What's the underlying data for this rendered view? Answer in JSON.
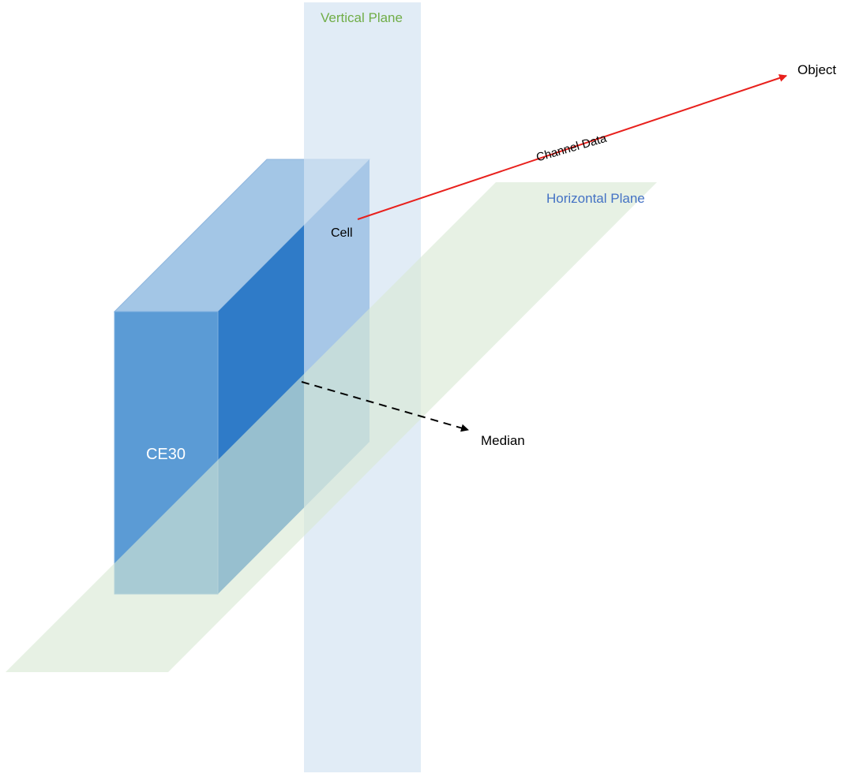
{
  "labels": {
    "vertical_plane": "Vertical Plane",
    "horizontal_plane": "Horizontal Plane",
    "object": "Object",
    "channel_data": "Channel Data",
    "cell": "Cell",
    "median": "Median",
    "device": "CE30"
  },
  "colors": {
    "vertical_plane_fill": "#d6e5f3",
    "horizontal_plane_fill": "#d9e9d4",
    "box_front": "#5b9bd5",
    "box_top": "#a3c6e6",
    "box_side": "#2f7bc8",
    "vertical_label": "#70ad47",
    "horizontal_label": "#4472c4",
    "channel_arrow": "#e8201c",
    "median_arrow": "#000000"
  }
}
